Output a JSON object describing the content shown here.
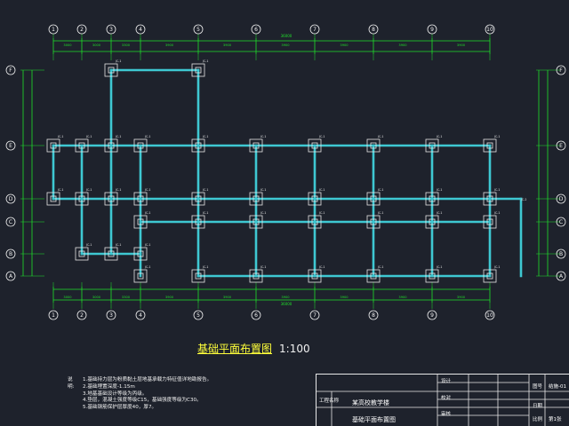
{
  "drawing": {
    "title": "基础平面布置图",
    "scale": "1:100",
    "colors": {
      "background": "#1e222c",
      "beam": "#3ec8d2",
      "dimension": "#1fe02a",
      "column_outline": "#e6e6e6",
      "axis_bubble": "#f0f0f0",
      "title": "#ffff3a"
    },
    "axes_top": [
      "1",
      "2",
      "3",
      "4",
      "5",
      "6",
      "7",
      "8",
      "9",
      "10"
    ],
    "axes_bottom": [
      "1",
      "2",
      "3",
      "4",
      "5",
      "6",
      "7",
      "8",
      "9",
      "10"
    ],
    "axes_left": [
      "F",
      "E",
      "D",
      "C",
      "B",
      "A"
    ],
    "axes_right": [
      "F",
      "E",
      "D",
      "C",
      "B",
      "A"
    ],
    "top_total_dimension": "36000",
    "bottom_total_dimension": "36000",
    "top_segment_dimensions": [
      "3000",
      "3000",
      "3300",
      "3900",
      "3900",
      "3900",
      "3900",
      "3900",
      "3900"
    ],
    "bottom_segment_dimensions": [
      "3000",
      "3000",
      "3300",
      "3900",
      "3900",
      "3900",
      "3900",
      "3900",
      "3900"
    ],
    "footing_label": "JC-1",
    "stair_label": "JC-2"
  },
  "notes": {
    "heading": "说明:",
    "items": [
      "1.基础持力层为粉质黏土层地基承载力特征值详地勘报告。",
      "2.基础埋置深度-1.15m",
      "3.地基基础设计等级为丙级。",
      "4.垫层，混凝土强度等级C15，基础强度等级为C30。",
      "5.基础钢筋保护层厚度40，厚7。"
    ]
  },
  "title_block": {
    "school": "某高校教学楼",
    "drawing_name": "基础平面布置图",
    "project_label": "工程名称",
    "designer_label": "设计",
    "checker_label": "校对",
    "approve_label": "审核",
    "drawing_no_label": "图号",
    "drawing_no": "结施-01",
    "date_label": "日期",
    "sheet_label": "比例",
    "page_label": "第1张"
  }
}
